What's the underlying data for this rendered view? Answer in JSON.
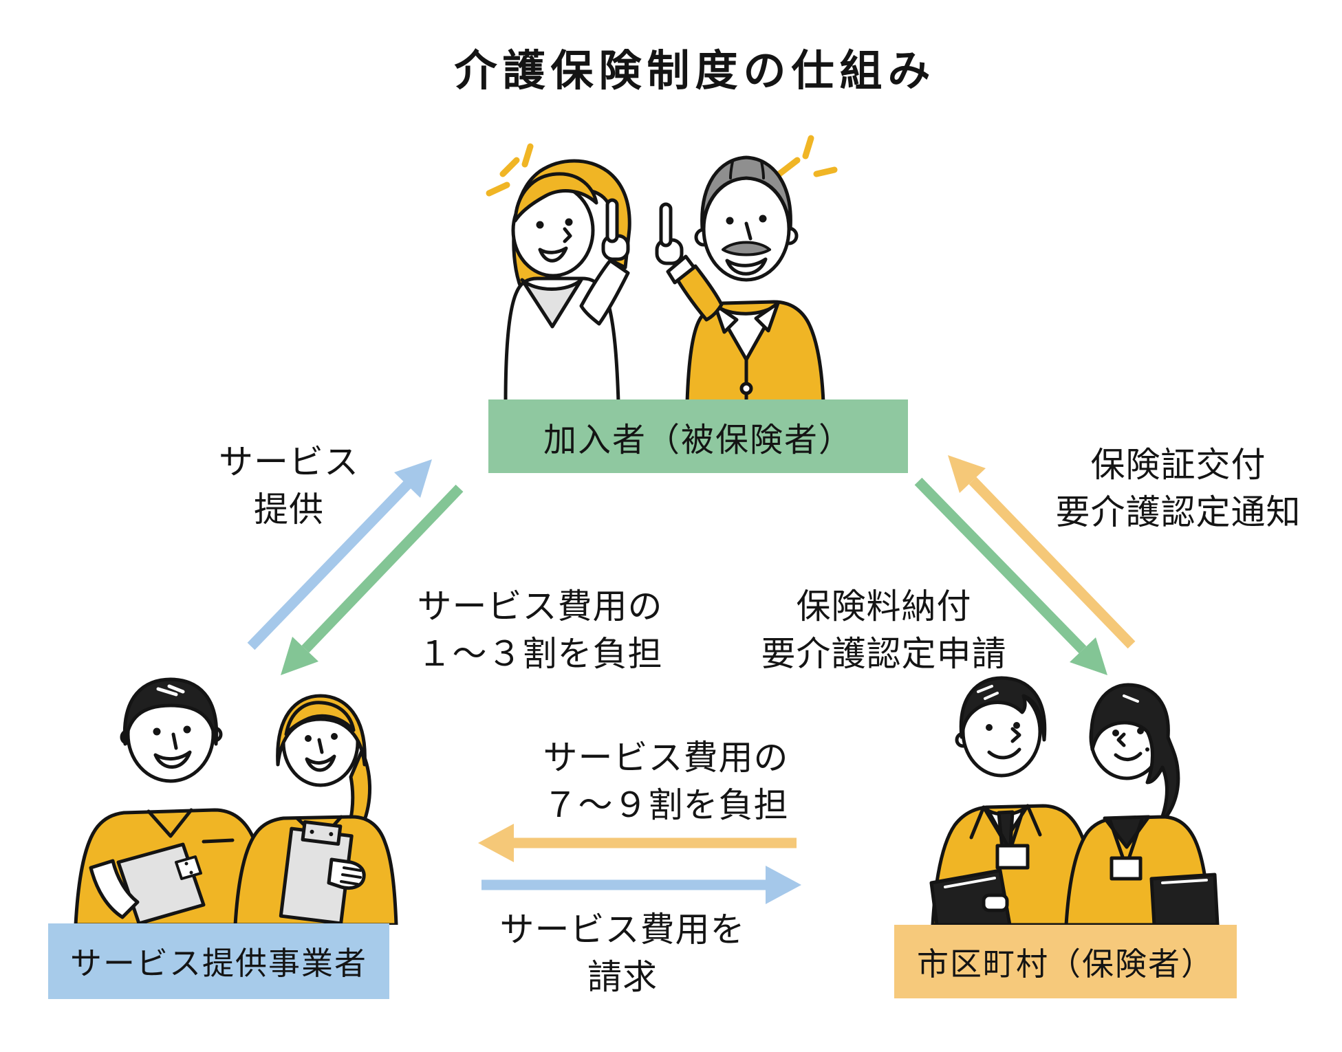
{
  "title": "介護保険制度の仕組み",
  "nodes": {
    "insured": {
      "label": "加入者（被保険者）"
    },
    "provider": {
      "label": "サービス提供事業者"
    },
    "municipality": {
      "label": "市区町村（保険者）"
    }
  },
  "arrows": {
    "service_provision": {
      "label": "サービス\n提供",
      "from": "provider",
      "to": "insured",
      "color": "#A5C8EA"
    },
    "copay": {
      "label": "サービス費用の\n１～３割を負担",
      "from": "insured",
      "to": "provider",
      "color": "#83C595"
    },
    "premium_application": {
      "label": "保険料納付\n要介護認定申請",
      "from": "insured",
      "to": "municipality",
      "color": "#83C595"
    },
    "card_issuance": {
      "label": "保険証交付\n要介護認定通知",
      "from": "municipality",
      "to": "insured",
      "color": "#F5C878"
    },
    "benefit_payment": {
      "label": "サービス費用の\n７～９割を負担",
      "from": "municipality",
      "to": "provider",
      "color": "#F5C878"
    },
    "billing": {
      "label": "サービス費用を\n請求",
      "from": "provider",
      "to": "municipality",
      "color": "#A5C8EA"
    }
  },
  "colors": {
    "insured_box": "#8FC8A0",
    "provider_box": "#A7CBEA",
    "municipality_box": "#F6C97B",
    "blue_arrow": "#A5C8EA",
    "green_arrow": "#83C595",
    "yellow_arrow": "#F5C878",
    "clothes_yellow": "#F0B525",
    "hair_gray": "#8F8F8F",
    "hair_black": "#1F1F1F",
    "light_gray": "#E2E2E2",
    "ink": "#141414"
  }
}
